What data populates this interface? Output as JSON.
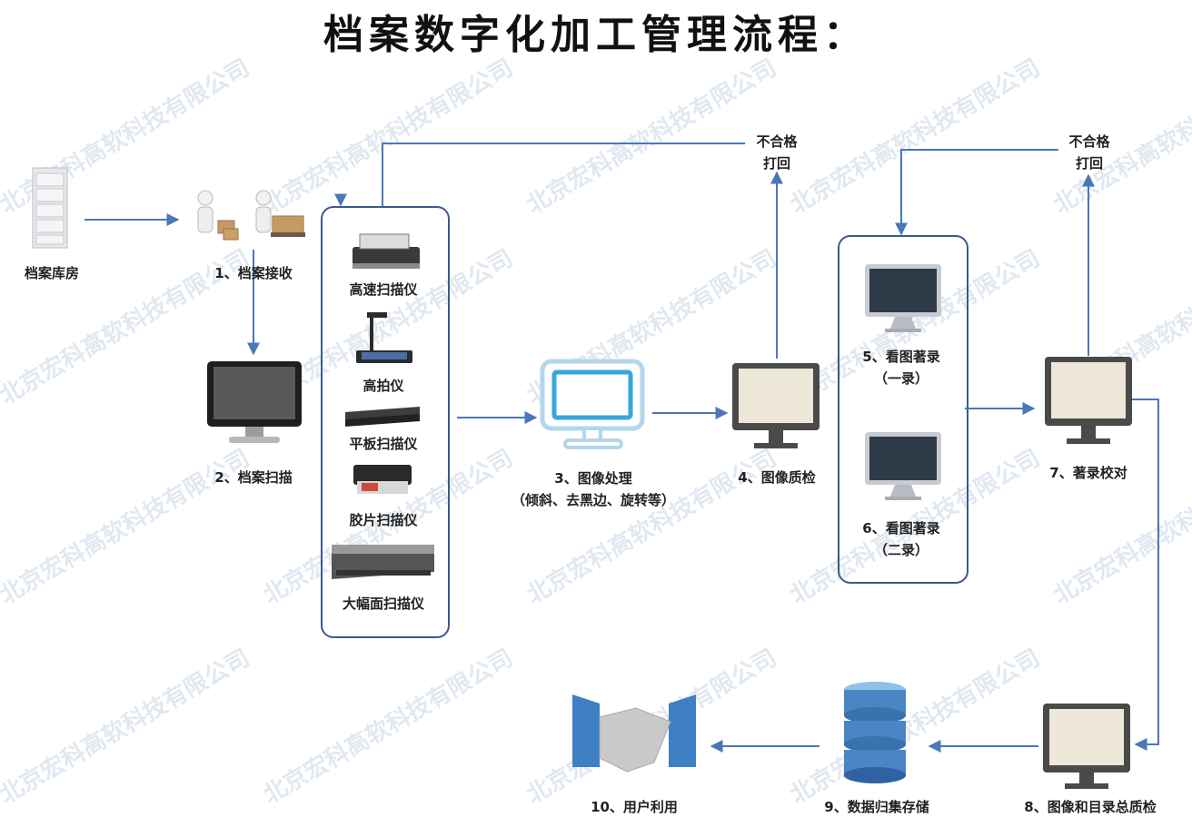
{
  "title": "档案数字化加工管理流程：",
  "watermark": "北京宏科高软科技有限公司",
  "nodes": {
    "storage": "档案库房",
    "receive": "1、档案接收",
    "scan": "2、档案扫描",
    "process_line1": "3、图像处理",
    "process_line2": "（倾斜、去黑边、旋转等）",
    "qc": "4、图像质检",
    "catalog1_line1": "5、看图著录",
    "catalog1_line2": "（一录）",
    "catalog2_line1": "6、看图著录",
    "catalog2_line2": "（二录）",
    "proofread": "7、著录校对",
    "final_qc": "8、图像和目录总质检",
    "storage_db": "9、数据归集存储",
    "user": "10、用户利用"
  },
  "devices": {
    "highspeed": "高速扫描仪",
    "camera": "高拍仪",
    "flatbed": "平板扫描仪",
    "film": "胶片扫描仪",
    "large": "大幅面扫描仪"
  },
  "rejects": {
    "left_line1": "不合格",
    "left_line2": "打回",
    "right_line1": "不合格",
    "right_line2": "打回"
  },
  "colors": {
    "arrow": "#4a78b5",
    "border": "#3c5a8a",
    "screen_dark": "#2e3a48",
    "monitor_frame": "#4a4a4a",
    "cream_screen": "#ece7d6",
    "db_blue": "#4a86c5"
  }
}
